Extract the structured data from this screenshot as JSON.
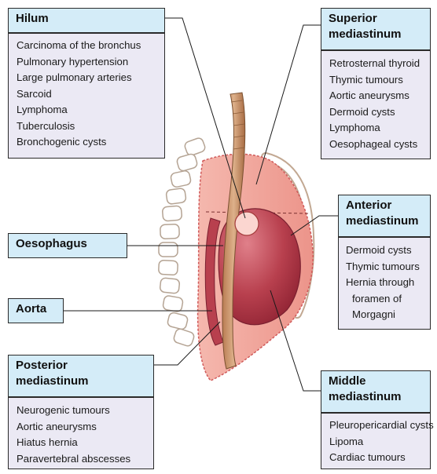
{
  "boxes": {
    "hilum": {
      "title": "Hilum",
      "items": [
        "Carcinoma of the bronchus",
        "Pulmonary hypertension",
        "Large pulmonary arteries",
        "Sarcoid",
        "Lymphoma",
        "Tuberculosis",
        "Bronchogenic cysts"
      ]
    },
    "superior": {
      "title_line1": "Superior",
      "title_line2": "mediastinum",
      "items": [
        "Retrosternal thyroid",
        "Thymic tumours",
        "Aortic aneurysms",
        "Dermoid cysts",
        "Lymphoma",
        "Oesophageal cysts"
      ]
    },
    "anterior": {
      "title_line1": "Anterior",
      "title_line2": "mediastinum",
      "items": [
        "Dermoid cysts",
        "Thymic tumours",
        "Hernia through",
        "foramen of",
        "Morgagni"
      ]
    },
    "oesophagus": {
      "title": "Oesophagus"
    },
    "aorta": {
      "title": "Aorta"
    },
    "posterior": {
      "title_line1": "Posterior",
      "title_line2": "mediastinum",
      "items": [
        "Neurogenic tumours",
        "Aortic aneurysms",
        "Hiatus hernia",
        "Paravertebral abscesses"
      ]
    },
    "middle": {
      "title_line1": "Middle",
      "title_line2": "mediastinum",
      "items": [
        "Pleuropericardial cysts",
        "Lipoma",
        "Cardiac tumours"
      ]
    }
  },
  "colors": {
    "header_fill": "#d4ecf8",
    "list_fill": "#ebe9f4",
    "mediastinum_fill": "#f2a8a0",
    "heart_fill": "#b43a48",
    "oesophagus_fill": "#c98f66"
  }
}
